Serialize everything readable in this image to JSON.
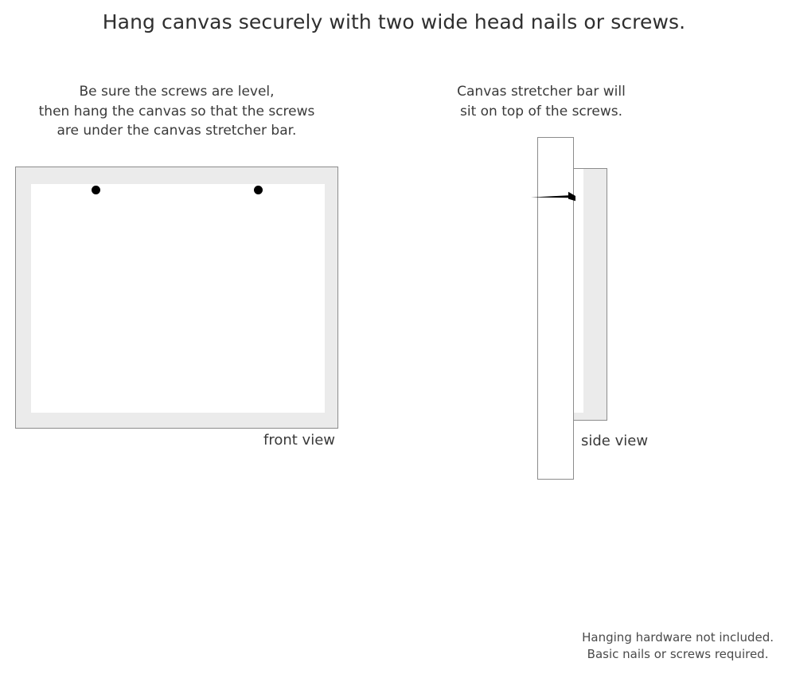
{
  "page": {
    "title": "Hang canvas securely with two wide head nails or screws.",
    "background_color": "#ffffff",
    "text_color": "#3a3a3a"
  },
  "front_panel": {
    "instructions": [
      "Be sure the screws are level,",
      "then hang the canvas so that the screws",
      "are under the canvas stretcher bar."
    ],
    "view_label": "front view",
    "frame": {
      "fill_color": "#ebebeb",
      "border_color": "#8c8c8c",
      "inner_fill_color": "#ffffff"
    },
    "screws": [
      {
        "name": "left-screw",
        "color": "#000000"
      },
      {
        "name": "right-screw",
        "color": "#000000"
      }
    ]
  },
  "side_panel": {
    "instructions": [
      "Canvas stretcher bar will",
      "sit on top of the screws."
    ],
    "view_label": "side view",
    "wall_board": {
      "fill_color": "#ffffff",
      "border_color": "#8c8c8c"
    },
    "stretcher_bar": {
      "fill_color": "#ebebeb",
      "border_color": "#8c8c8c",
      "inner_fill_color": "#ffffff"
    },
    "nail": {
      "color": "#000000"
    }
  },
  "footer": {
    "lines": [
      "Hanging hardware not included.",
      "Basic nails or screws required."
    ]
  }
}
